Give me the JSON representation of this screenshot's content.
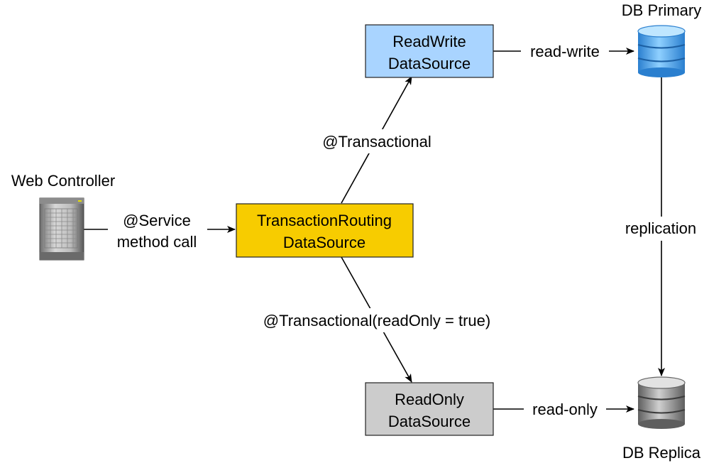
{
  "labels": {
    "web_controller": "Web Controller",
    "db_primary": "DB Primary",
    "db_replica": "DB Replica"
  },
  "boxes": {
    "routing": {
      "line1": "TransactionRouting",
      "line2": "DataSource",
      "fill": "#f7cc00",
      "stroke": "#222222"
    },
    "readwrite": {
      "line1": "ReadWrite",
      "line2": "DataSource",
      "fill": "#a9d4ff",
      "stroke": "#222222"
    },
    "readonly": {
      "line1": "ReadOnly",
      "line2": "DataSource",
      "fill": "#cccccc",
      "stroke": "#222222"
    }
  },
  "edges": {
    "service_call_line1": "@Service",
    "service_call_line2": "method call",
    "transactional": "@Transactional",
    "transactional_readonly": "@Transactional(readOnly = true)",
    "read_write": "read-write",
    "read_only": "read-only",
    "replication": "replication"
  },
  "icons": {
    "server": "server-icon",
    "primary_db": "database-icon",
    "replica_db": "database-icon"
  },
  "colors": {
    "primary_db": "#4aa3ee",
    "replica_db": "#8a8a8a"
  }
}
